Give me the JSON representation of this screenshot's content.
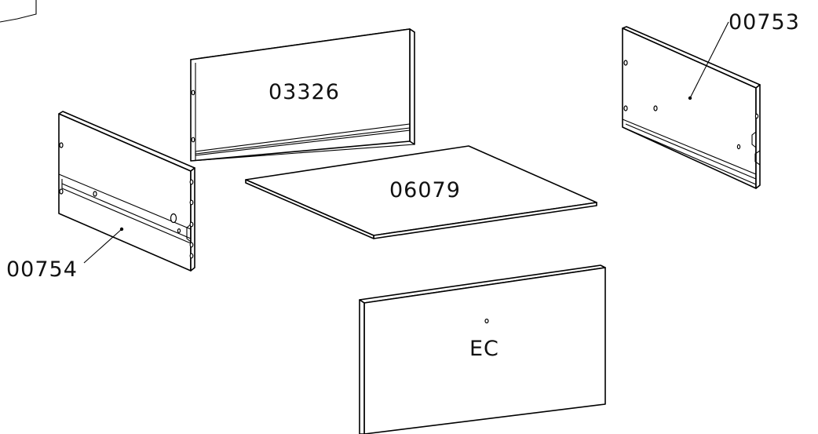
{
  "parts": {
    "back_panel": "03326",
    "bottom_board": "06079",
    "right_side": "00753",
    "left_side": "00754",
    "front_panel": "EC"
  }
}
